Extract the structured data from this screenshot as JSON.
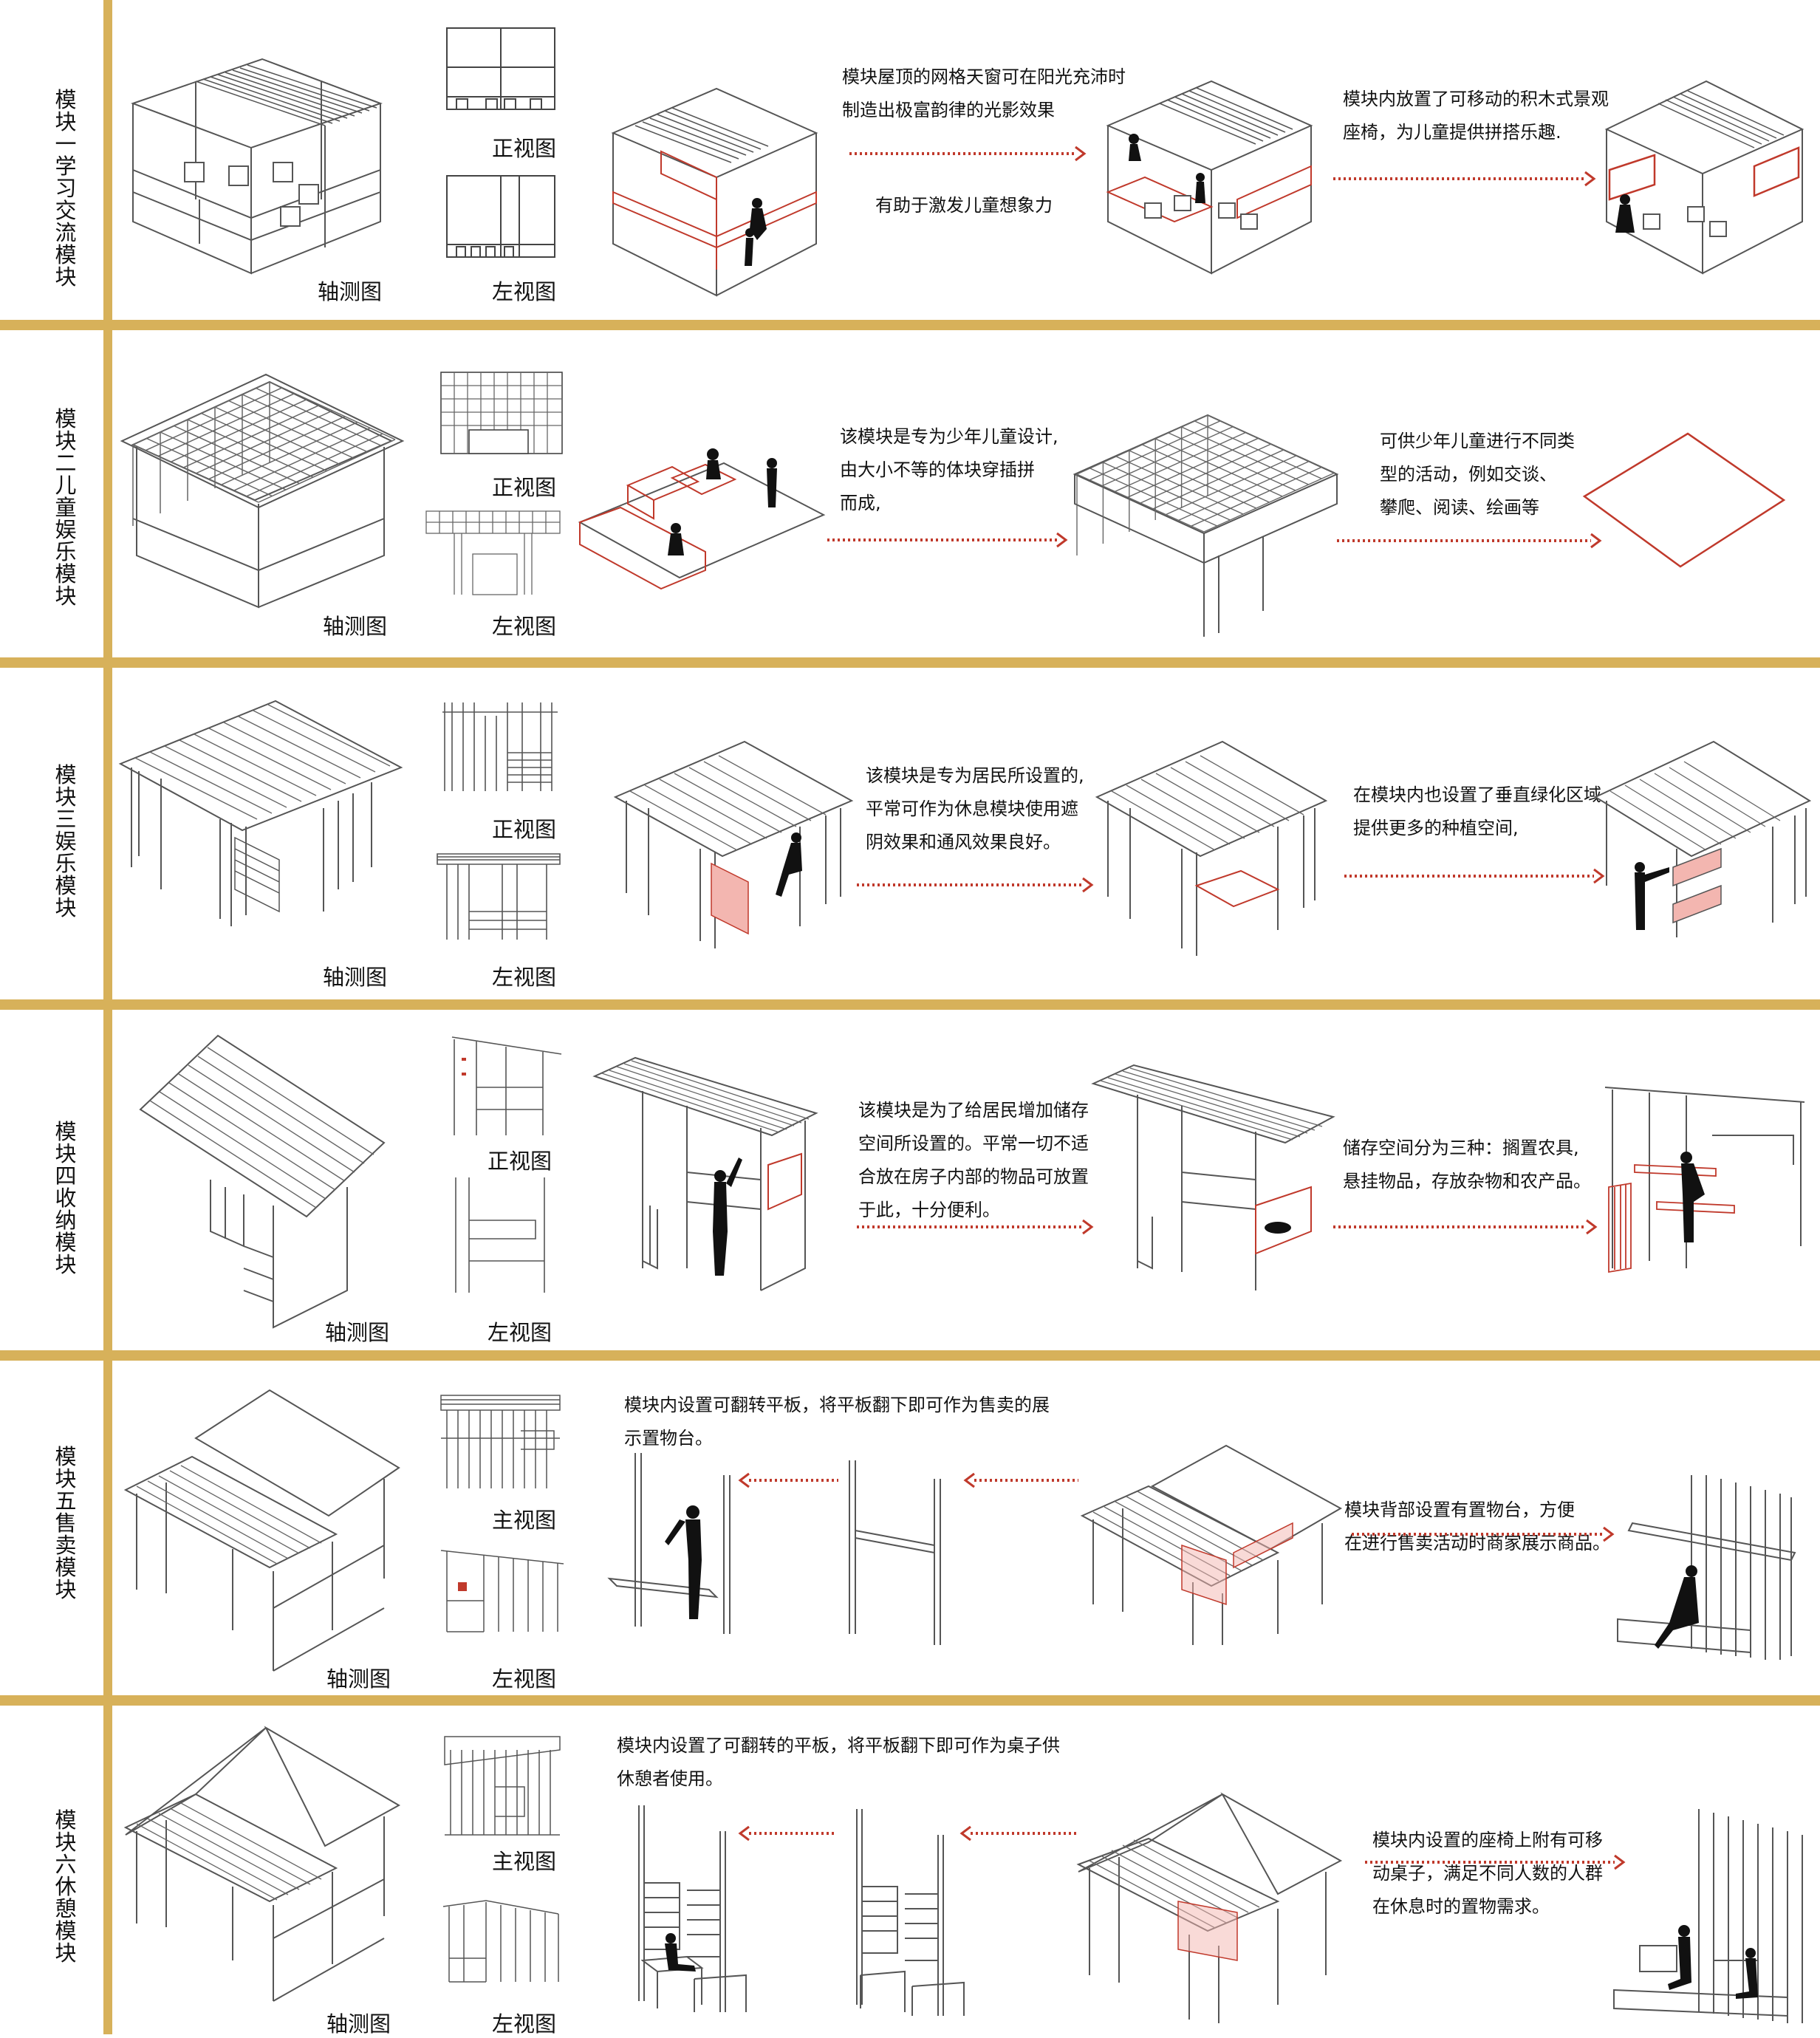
{
  "labels": {
    "axon": "轴测图",
    "front": "正视图",
    "left": "左视图",
    "main": "主视图"
  },
  "colors": {
    "band": "#d7b15a",
    "accent": "#c0392b",
    "pink": "#f3b6b0",
    "line": "#555555"
  },
  "modules": [
    {
      "title": "模块一学习交流模块",
      "front_label": "正视图",
      "texts": [
        [
          "模块屋顶的网格天窗可在阳光充沛时",
          "制造出极富韵律的光影效果"
        ],
        [
          "有助于激发儿童想象力"
        ],
        [
          "模块内放置了可移动的积木式景观",
          "座椅，为儿童提供拼搭乐趣."
        ]
      ]
    },
    {
      "title": "模块二儿童娱乐模块",
      "front_label": "正视图",
      "texts": [
        [
          "该模块是专为少年儿童设计,",
          "由大小不等的体块穿插拼",
          "而成,"
        ],
        [
          "可供少年儿童进行不同类",
          "型的活动，例如交谈、",
          "攀爬、阅读、绘画等"
        ]
      ]
    },
    {
      "title": "模块三娱乐模块",
      "front_label": "正视图",
      "texts": [
        [
          "该模块是专为居民所设置的,",
          "平常可作为休息模块使用遮",
          "阴效果和通风效果良好。"
        ],
        [
          "在模块内也设置了垂直绿化区域",
          "提供更多的种植空间,"
        ]
      ]
    },
    {
      "title": "模块四收纳模块",
      "front_label": "正视图",
      "texts": [
        [
          "该模块是为了给居民增加储存",
          "空间所设置的。平常一切不适",
          "合放在房子内部的物品可放置",
          "于此，十分便利。"
        ],
        [
          "储存空间分为三种：搁置农具,",
          "悬挂物品，存放杂物和农产品。"
        ]
      ]
    },
    {
      "title": "模块五售卖模块",
      "front_label": "主视图",
      "texts": [
        [
          "模块内设置可翻转平板，将平板翻下即可作为售卖的展",
          "示置物台。"
        ],
        [
          "模块背部设置有置物台，方便",
          "在进行售卖活动时商家展示商品。"
        ]
      ]
    },
    {
      "title": "模块六休憩模块",
      "front_label": "主视图",
      "texts": [
        [
          "模块内设置了可翻转的平板，将平板翻下即可作为桌子供",
          "休憩者使用。"
        ],
        [
          "模块内设置的座椅上附有可移",
          "动桌子，满足不同人数的人群",
          "在休息时的置物需求。"
        ]
      ]
    }
  ]
}
